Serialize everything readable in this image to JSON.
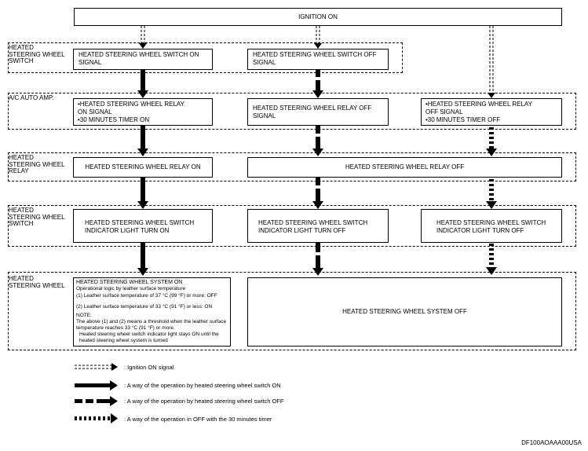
{
  "header": {
    "ignition": "IGNITION ON"
  },
  "groups": {
    "switch": "HEATED\nSTEERING WHEEL\nSWITCH",
    "ac_amp": "A/C AUTO AMP.",
    "relay": "HEATED\nSTEERING WHEEL\nRELAY",
    "indicator": "HEATED\nSTEERING WHEEL\nSWITCH",
    "system": "HEATED\nSTEERING WHEEL"
  },
  "boxes": {
    "switch_on": "HEATED STEERING WHEEL SWITCH ON\nSIGNAL",
    "switch_off": "HEATED STEERING WHEEL SWITCH OFF\nSIGNAL",
    "relay_on_timer": "•HEATED STEERING WHEEL RELAY\n   ON SIGNAL\n•30 MINUTES TIMER ON",
    "relay_off_signal": "HEATED STEERING WHEEL RELAY OFF\nSIGNAL",
    "relay_off_timer": "•HEATED STEERING WHEEL RELAY\n   OFF SIGNAL\n•30 MINUTES TIMER OFF",
    "relay_on": "HEATED STEERING WHEEL RELAY ON",
    "relay_off": "HEATED STEERING WHEEL RELAY OFF",
    "indicator_on": "HEATED STEERING WHEEL SWITCH\nINDICATOR LIGHT TURN ON",
    "indicator_off_1": "HEATED STEERING WHEEL SWITCH\nINDICATOR LIGHT TURN OFF",
    "indicator_off_2": "HEATED STEERING WHEEL SWITCH\nINDICATOR LIGHT TURN OFF",
    "system_off": "HEATED STEERING WHEEL SYSTEM OFF"
  },
  "system_on": {
    "title": "HEATED STEERING WHEEL SYSTEM ON",
    "subtitle": "Operational logic by leather surface temperature",
    "cond1": "(1) Leather surface temperature of 37 °C (99 °F) or more: OFF",
    "cond2": "(2) Leather surface temperature of 33 °C (91 °F) or less: ON",
    "note_title": "NOTE:",
    "note1": "The above (1) and (2) means a threshold when the leather surface temperature reaches 33 °C (91 °F) or more.",
    "note2": "Heated steering wheel switch indicator light stays ON until the heated steering wheel system is turned"
  },
  "legend": {
    "ignition": ": Ignition ON signal",
    "switch_on": ": A way of the operation by heated steering wheel switch ON",
    "switch_off": ": A way of the operation by heated steering wheel switch OFF",
    "timer_off": ": A way of the operation in OFF with the 30 minutes timer"
  },
  "code": "DF100AOAAA00USA"
}
